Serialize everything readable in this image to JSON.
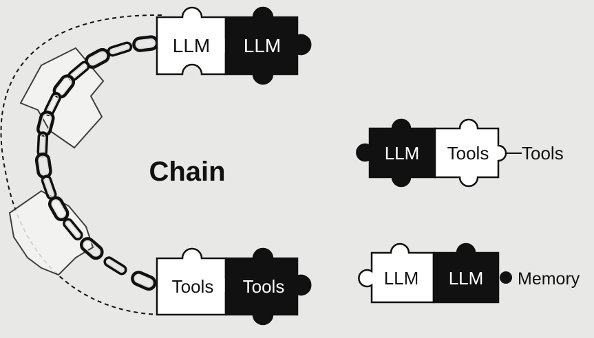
{
  "title": "Chain",
  "colors": {
    "background": "#e8e8e6",
    "ink": "#111111",
    "paper": "#ffffff",
    "chain_metal": "#d9d9d9"
  },
  "pieces": {
    "top_left": "LLM",
    "top_right": "LLM",
    "bottom_left": "Tools",
    "bottom_right": "Tools",
    "mid_left": "LLM",
    "mid_right": "Tools",
    "mid_extra": "Tools",
    "low_left": "LLM",
    "low_right": "LLM",
    "low_extra": "Memory"
  },
  "icons": [
    "chain-icon",
    "puzzle-piece-icon"
  ]
}
